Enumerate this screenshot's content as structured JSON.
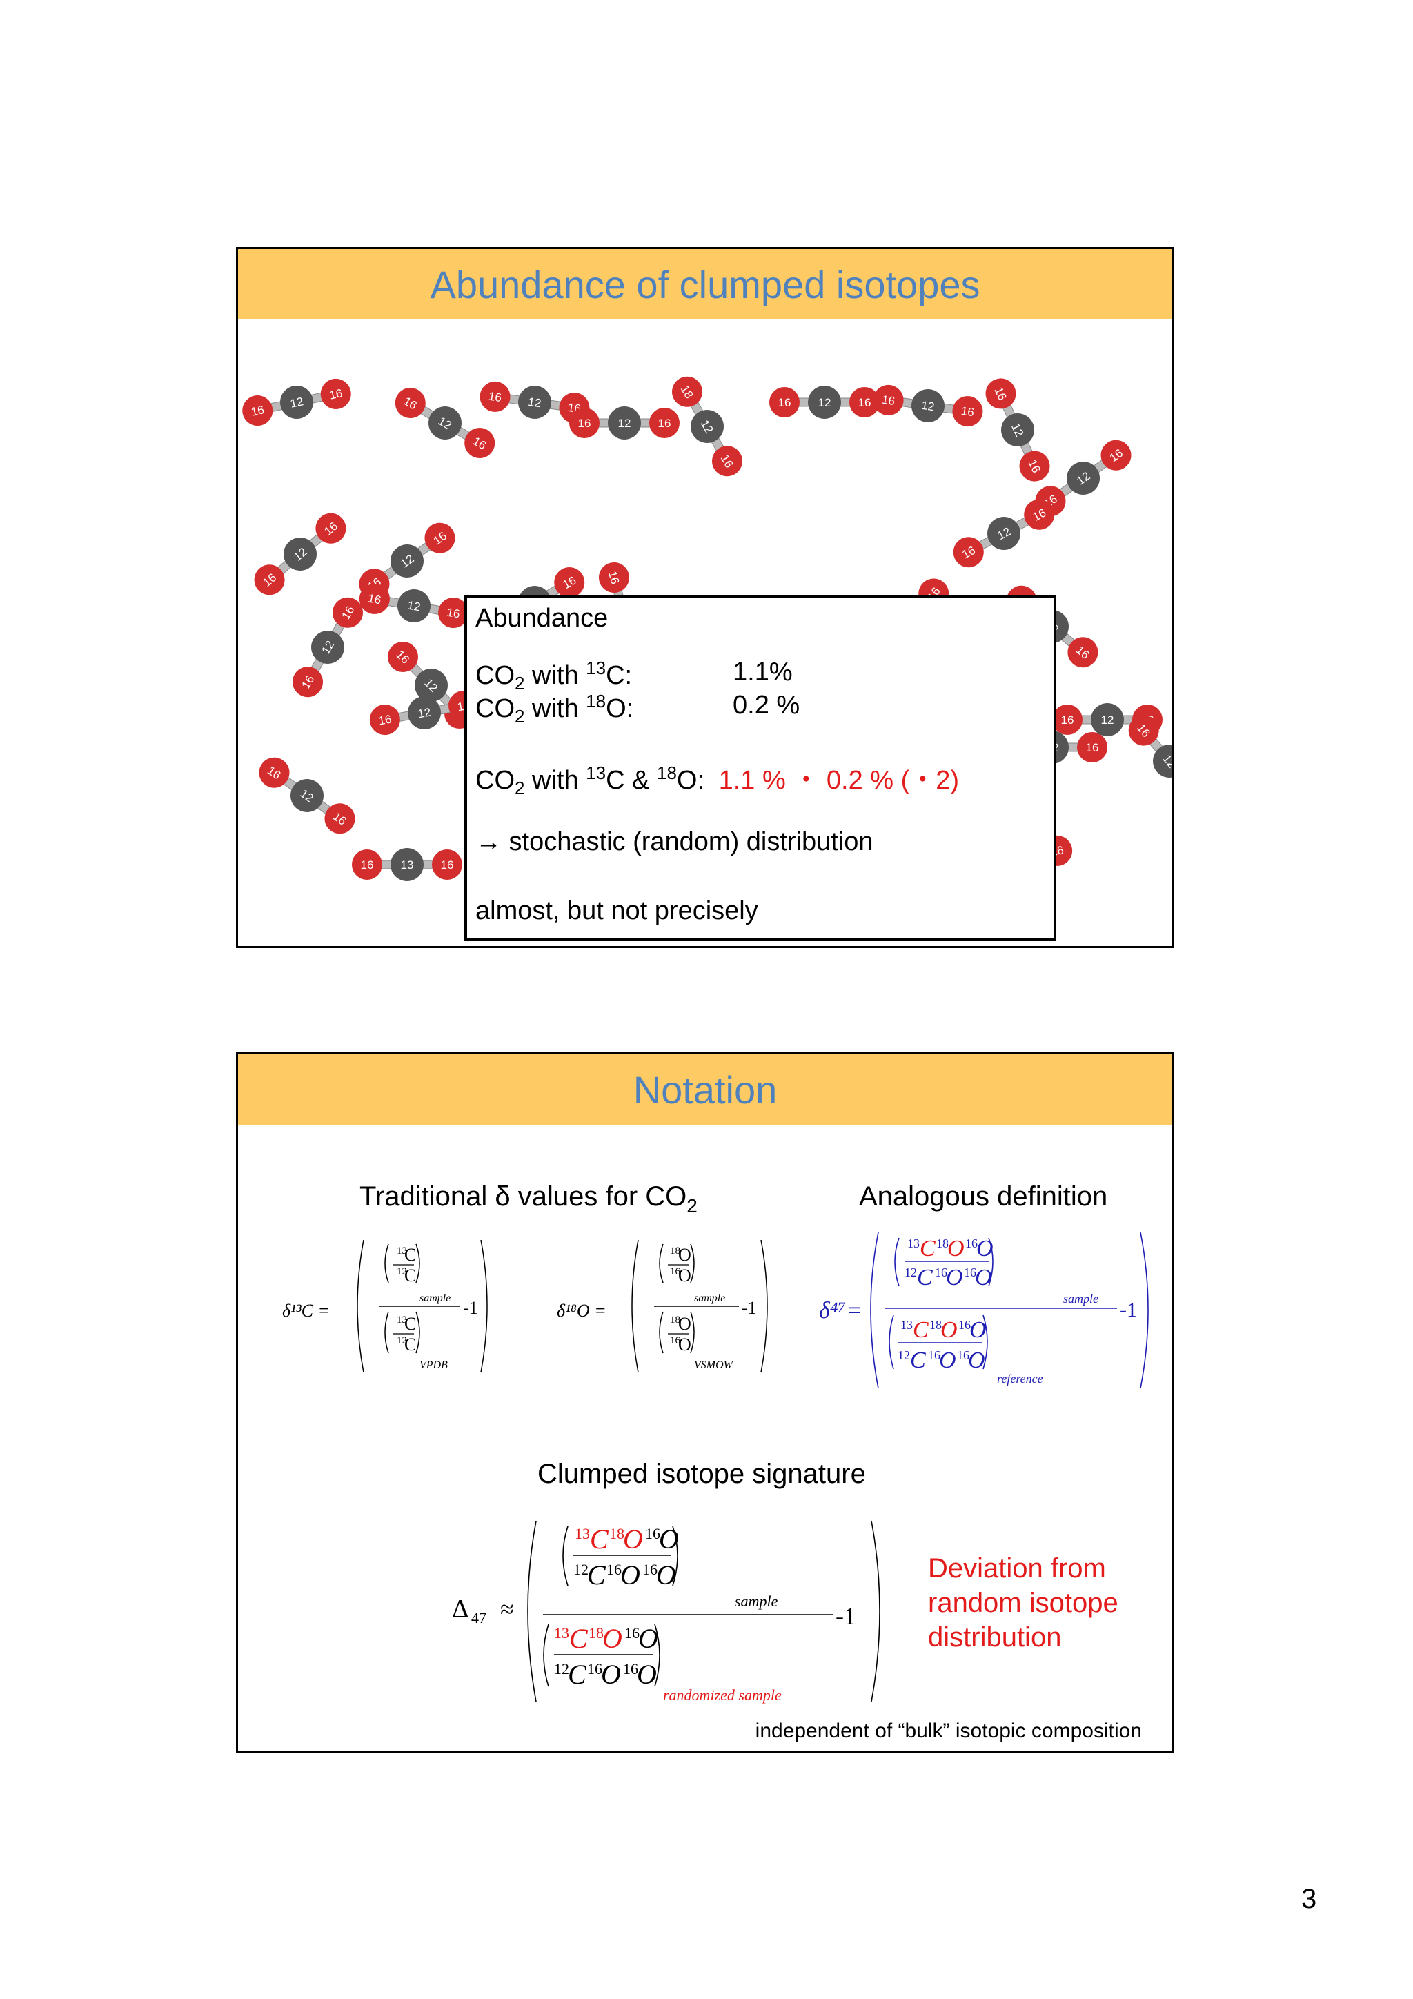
{
  "slide1": {
    "title": "Abundance of clumped isotopes",
    "box": {
      "heading": "Abundance",
      "row1": {
        "co": "CO",
        "sub": "2",
        "with": " with ",
        "sup": "13",
        "elem": "C:",
        "value": "1.1%"
      },
      "row2": {
        "co": "CO",
        "sub": "2",
        "with": " with ",
        "sup": "18",
        "elem": "O:",
        "value": "0.2 %"
      },
      "row3": {
        "co": "CO",
        "sub": "2",
        "with": " with ",
        "sup1": "13",
        "elem1": "C & ",
        "sup2": "18",
        "elem2": "O:",
        "value": "1.1 % ・ 0.2 % (・2)"
      },
      "arrow_text": "→ stochastic (random) distribution",
      "footer": "almost, but not precisely"
    }
  },
  "slide2": {
    "title": "Notation",
    "traditional": {
      "text": "Traditional δ values for CO",
      "sub": "2"
    },
    "analogous": "Analogous definition",
    "eq_d13c": {
      "lhs": "δ¹³C =",
      "num": "C",
      "num_sup": "13",
      "den": "C",
      "den_sup": "12",
      "sub1": "sample",
      "sub2": "VPDB",
      "minus": "-1"
    },
    "eq_d18o": {
      "lhs": "δ¹⁸O =",
      "num": "O",
      "num_sup": "18",
      "den": "O",
      "den_sup": "16",
      "sub1": "sample",
      "sub2": "VSMOW",
      "minus": "-1"
    },
    "eq_d47": {
      "lhs": "δ⁴⁷=",
      "sub1": "sample",
      "sub2": "reference",
      "minus": "-1"
    },
    "clumped_heading": "Clumped isotope signature",
    "eq_D47": {
      "lhs": "Δ",
      "lhs_sub": "47",
      "approx": "≈",
      "sub1": "sample",
      "sub2": "randomized sample",
      "minus": "-1"
    },
    "deviation": [
      "Deviation from",
      "random isotope",
      "distribution"
    ],
    "independent": "independent of “bulk” isotopic composition"
  },
  "page_number": "3",
  "colors": {
    "title_bg": "#fdca64",
    "title_text": "#4f81bd",
    "highlight": "#e31b1b",
    "delta47": "#1f1fb4",
    "oxygen": "#d42d2d",
    "carbon": "#555555"
  },
  "molecules": [
    {
      "a": "16",
      "c": "12",
      "b": "16"
    },
    {
      "a": "16",
      "c": "12",
      "b": "16"
    },
    {
      "a": "16",
      "c": "12",
      "b": "16"
    },
    {
      "a": "16",
      "c": "12",
      "b": "16"
    },
    {
      "a": "18",
      "c": "12",
      "b": "16"
    },
    {
      "a": "16",
      "c": "12",
      "b": "16"
    },
    {
      "a": "16",
      "c": "12",
      "b": "16"
    },
    {
      "a": "16",
      "c": "12",
      "b": "16"
    },
    {
      "a": "16",
      "c": "12",
      "b": "16"
    },
    {
      "a": "16",
      "c": "12",
      "b": "16"
    },
    {
      "a": "16",
      "c": "12",
      "b": "16"
    },
    {
      "a": "16",
      "c": "12",
      "b": "16"
    },
    {
      "a": "16",
      "c": "12",
      "b": "16"
    },
    {
      "a": "16",
      "c": "13",
      "b": "16"
    },
    {
      "a": "16",
      "c": "12",
      "b": "16"
    },
    {
      "a": "18",
      "c": "13",
      "b": "16"
    },
    {
      "a": "16",
      "c": "12",
      "b": "16"
    },
    {
      "a": "16",
      "c": "12",
      "b": "16"
    },
    {
      "a": "16",
      "c": "12",
      "b": "16"
    },
    {
      "a": "16",
      "c": "12",
      "b": "18"
    },
    {
      "a": "16",
      "c": "12",
      "b": "16"
    },
    {
      "a": "16",
      "c": "12",
      "b": "16"
    },
    {
      "a": "16",
      "c": "12",
      "b": "16"
    },
    {
      "a": "16",
      "c": "13",
      "b": "16"
    },
    {
      "a": "16",
      "c": "12",
      "b": "16"
    },
    {
      "a": "16",
      "c": "12",
      "b": "16"
    },
    {
      "a": "16",
      "c": "13",
      "b": "16"
    },
    {
      "a": "16",
      "c": "12",
      "b": "16"
    },
    {
      "a": "16",
      "c": "12",
      "b": "16"
    },
    {
      "a": "16",
      "c": "12",
      "b": "16"
    }
  ]
}
